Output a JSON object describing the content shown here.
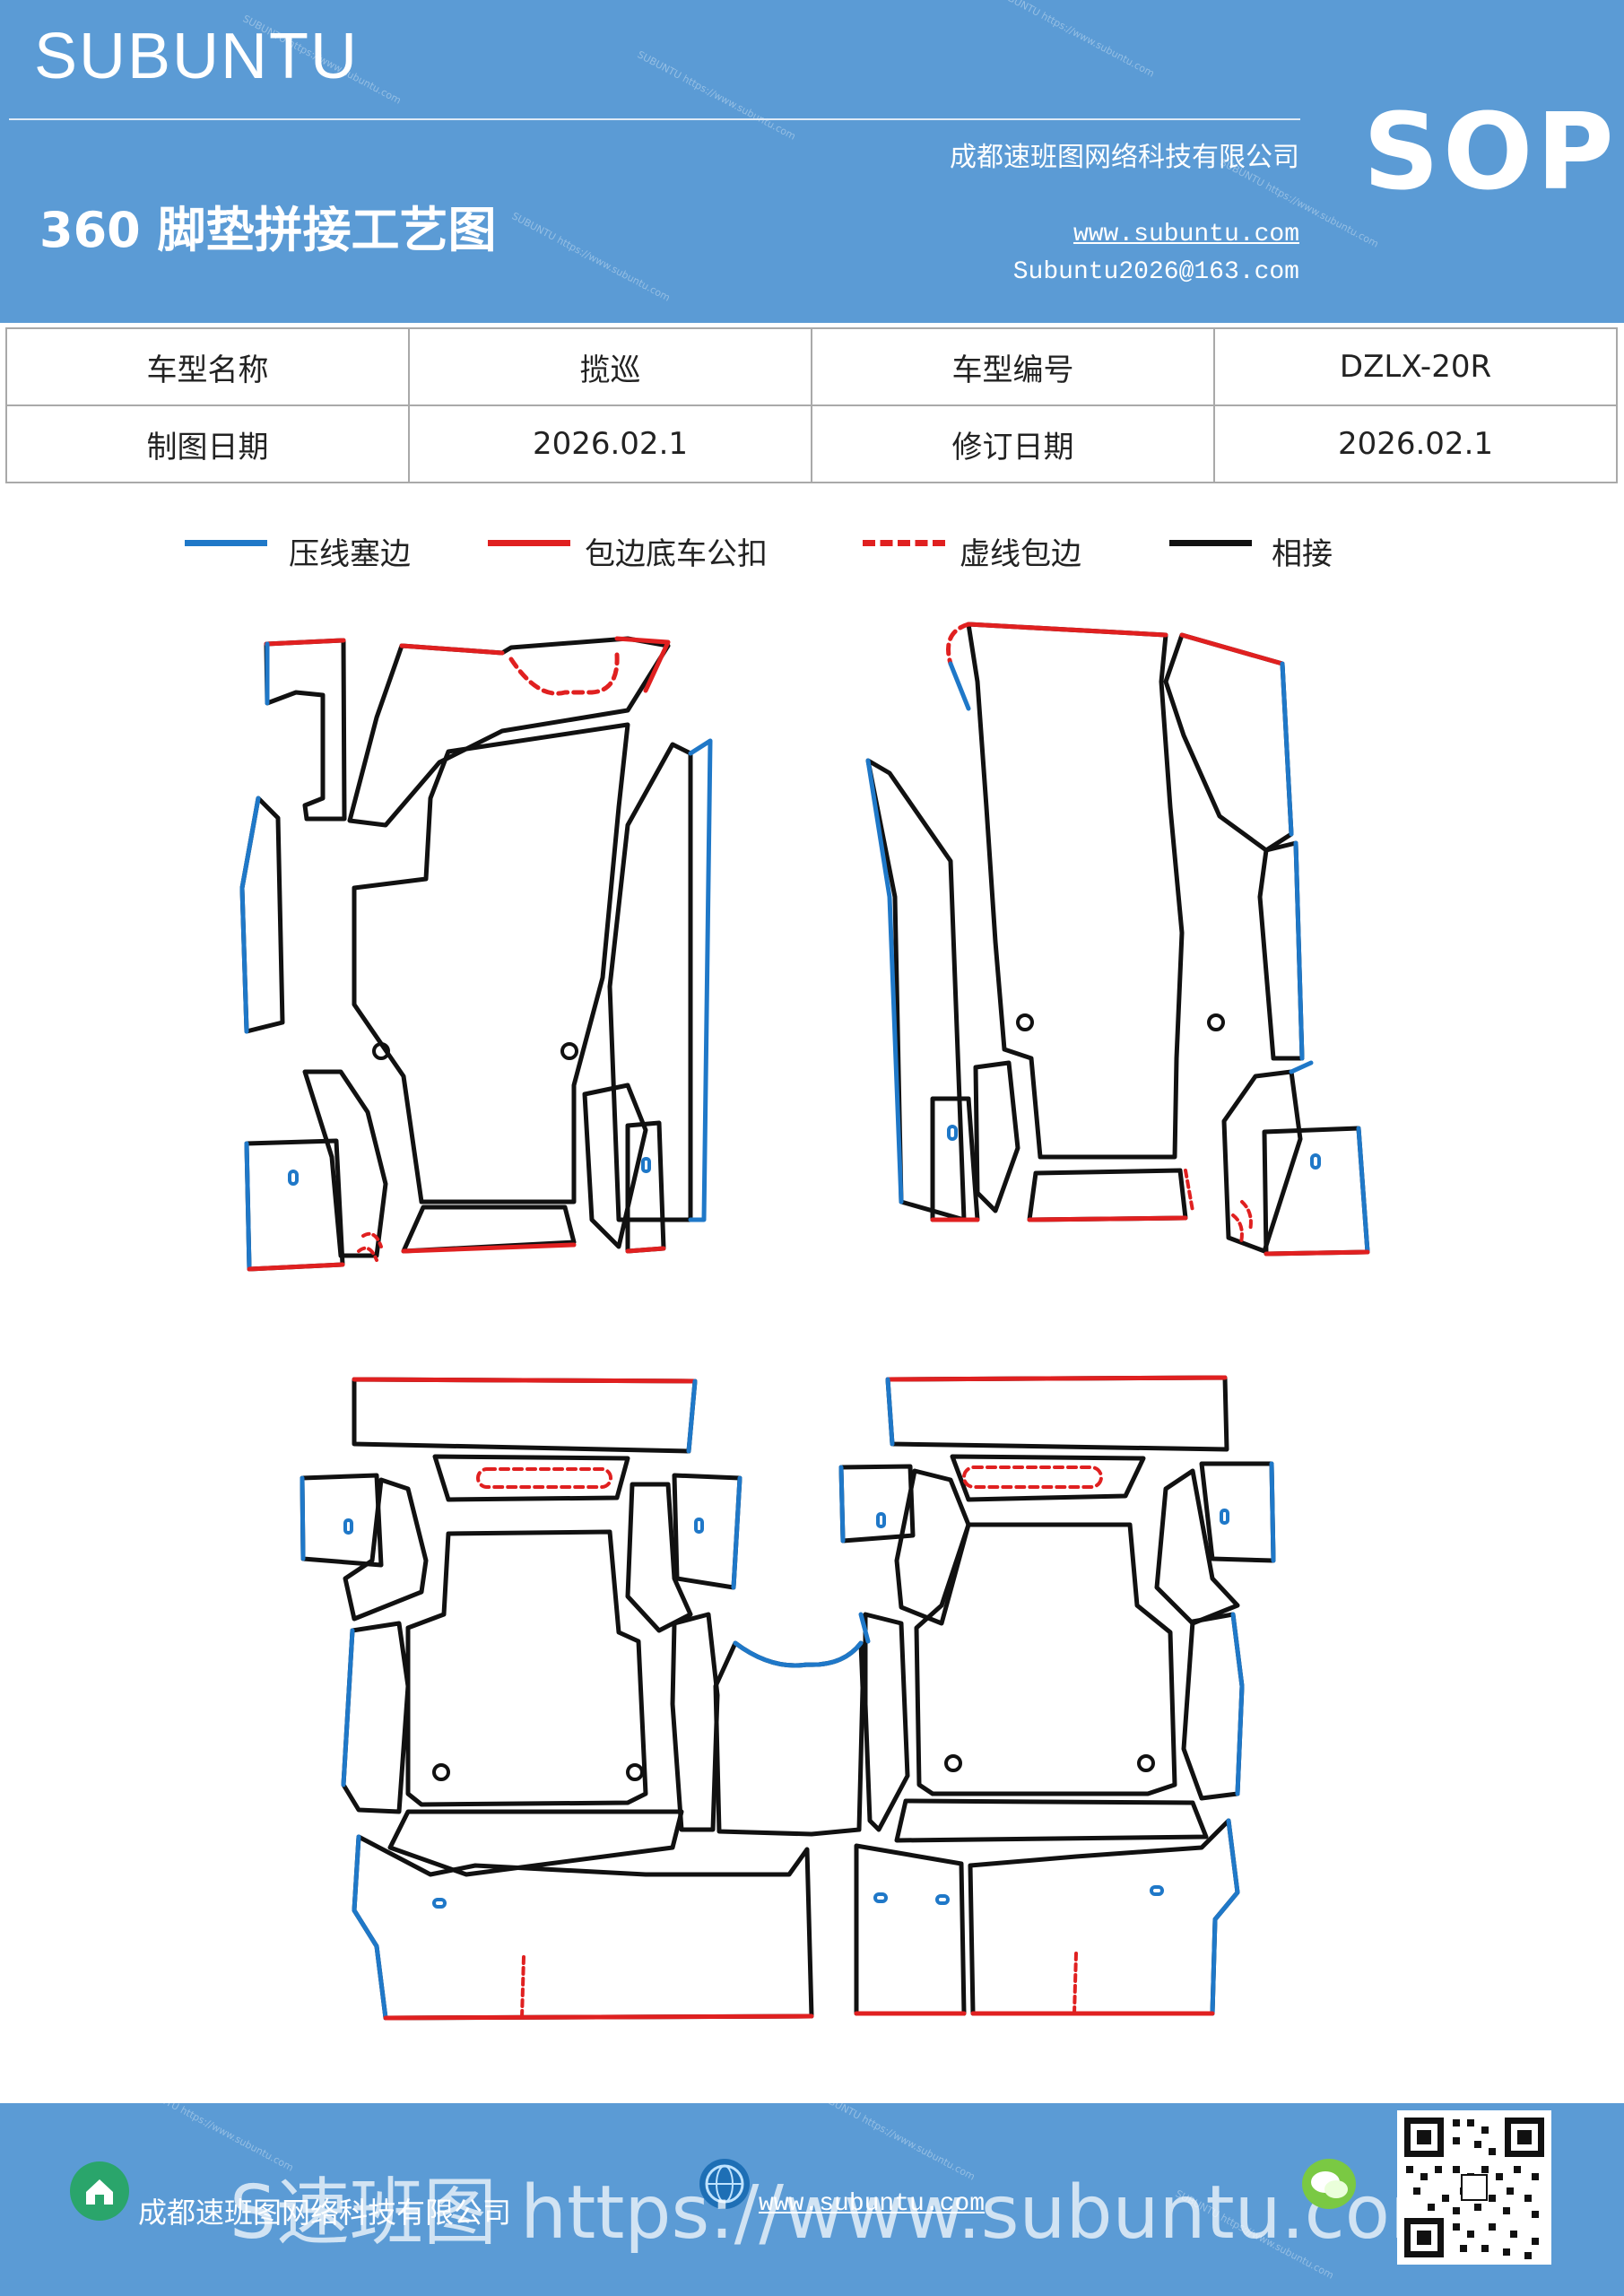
{
  "header": {
    "brand": "SUBUNTU",
    "title": "360 脚垫拼接工艺图",
    "company": "成都速班图网络科技有限公司",
    "website": "www.subuntu.com",
    "email": "Subuntu2026@163.com",
    "badge": "SOP",
    "watermark": "SUBUNTU https://www.subuntu.com"
  },
  "info_table": {
    "rows": [
      [
        "车型名称",
        "揽巡",
        "车型编号",
        "DZLX-20R"
      ],
      [
        "制图日期",
        "2026.02.1",
        "修订日期",
        "2026.02.1"
      ]
    ]
  },
  "legend": [
    {
      "label": "压线塞边",
      "color": "#1f78c8",
      "style": "solid"
    },
    {
      "label": "包边底车公扣",
      "color": "#e02020",
      "style": "solid"
    },
    {
      "label": "虚线包边",
      "color": "#e02020",
      "style": "dashed"
    },
    {
      "label": "相接",
      "color": "#000000",
      "style": "solid"
    }
  ],
  "colors": {
    "header_bg": "#5b9bd5",
    "blue_line": "#1f78c8",
    "red_line": "#e02020",
    "black_line": "#111111"
  },
  "footer": {
    "company": "成都速班图网络科技有限公司",
    "website": "www.subuntu.com",
    "overlay": "S速班图 https://www.subuntu.com",
    "icons": [
      "home-icon",
      "globe-icon",
      "wechat-icon",
      "qr-code"
    ]
  }
}
